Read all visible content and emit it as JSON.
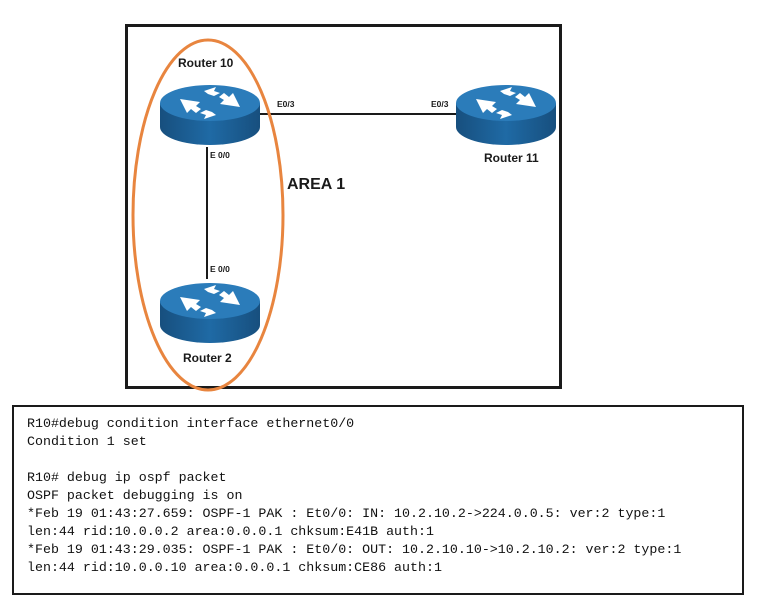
{
  "diagram": {
    "area_label": "AREA 1",
    "routers": [
      {
        "name": "Router 10"
      },
      {
        "name": "Router 11"
      },
      {
        "name": "Router 2"
      }
    ],
    "ports": {
      "r10_right": "E0/3",
      "r11_left": "E0/3",
      "r10_bottom": "E 0/0",
      "r2_top": "E 0/0"
    },
    "colors": {
      "router_body": "#1b5e93",
      "router_top": "#2a7bb8",
      "area_outline": "#e8853f",
      "link": "#1a1a1a"
    }
  },
  "console": {
    "cmd1": "R10#debug condition interface ethernet0/0",
    "out1": "Condition 1 set",
    "cmd2": "R10# debug ip ospf packet",
    "out2": "OSPF packet debugging is on",
    "log1a": "*Feb 19 01:43:27.659: OSPF-1 PAK : Et0/0: IN: 10.2.10.2->224.0.0.5: ver:2 type:1",
    "log1b": "len:44 rid:10.0.0.2 area:0.0.0.1 chksum:E41B auth:1",
    "log2a": "*Feb 19 01:43:29.035: OSPF-1 PAK : Et0/0: OUT: 10.2.10.10->10.2.10.2: ver:2 type:1",
    "log2b": "len:44 rid:10.0.0.10 area:0.0.0.1 chksum:CE86 auth:1"
  }
}
